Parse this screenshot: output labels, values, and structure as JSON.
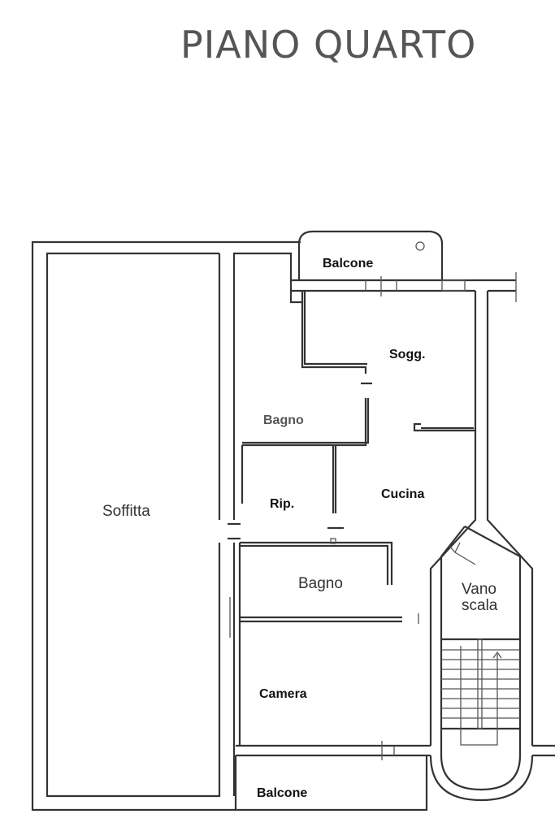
{
  "title": "PIANO QUARTO",
  "rooms": {
    "balcone_top": "Balcone",
    "soggiorno": "Sogg.",
    "bagno_top": "Bagno",
    "soffitta": "Soffitta",
    "ripostiglio": "Rip.",
    "cucina": "Cucina",
    "bagno_bottom": "Bagno",
    "vano_scala_1": "Vano",
    "vano_scala_2": "scala",
    "camera": "Camera",
    "balcone_bottom": "Balcone"
  }
}
